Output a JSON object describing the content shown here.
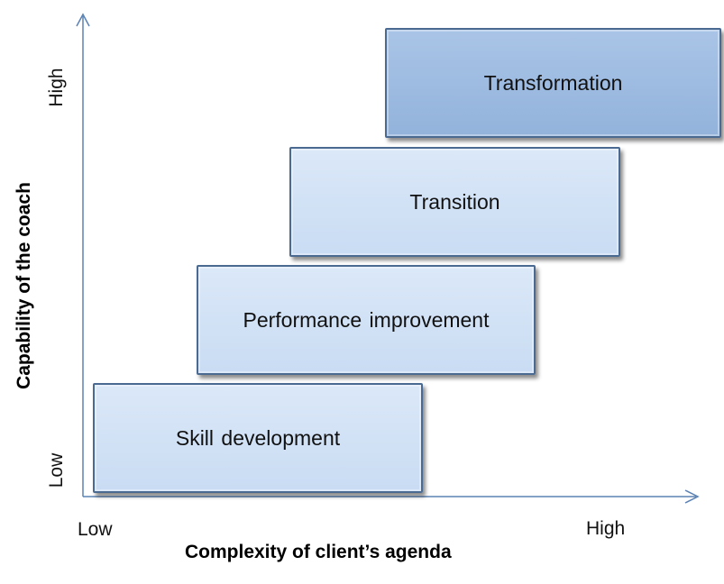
{
  "diagram": {
    "steps": [
      {
        "label": "Skill development",
        "fill": "light"
      },
      {
        "label": "Performance  improvement",
        "fill": "light"
      },
      {
        "label": "Transition",
        "fill": "light"
      },
      {
        "label": "Transformation",
        "fill": "dark"
      }
    ],
    "x_axis": {
      "title": "Complexity of client’s agenda",
      "low": "Low",
      "high": "High"
    },
    "y_axis": {
      "title": "Capability of the coach",
      "low": "Low",
      "high": "High"
    },
    "colors": {
      "axis": "#5b82b4",
      "box_border": "#4a6a92",
      "box_light": "#d2e2f6",
      "box_dark": "#9ebbe1"
    }
  }
}
